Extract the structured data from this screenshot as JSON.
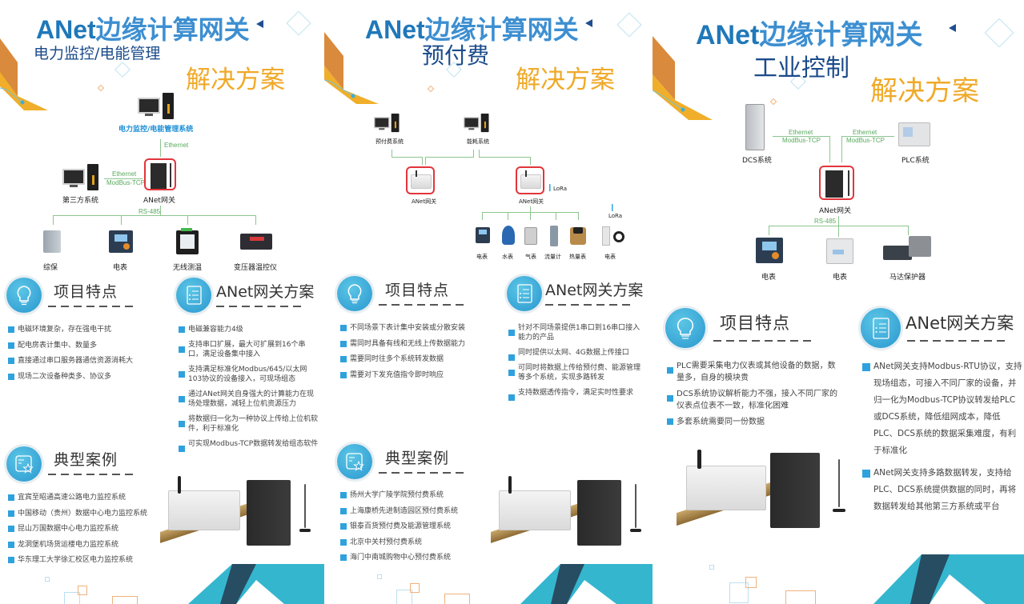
{
  "posters": [
    {
      "main_title": {
        "brand": "ANet",
        "text": "边缘计算网关"
      },
      "subtitle": "电力监控/电能管理",
      "solution": "解决方案",
      "diagram": {
        "top_system": "电力监控/电能管理系统",
        "top_link": "Ethernet",
        "left_system": "第三方系统",
        "left_link_1": "Ethernet",
        "left_link_2": "ModBus-TCP",
        "gateway": "ANet网关",
        "bus": "RS-485",
        "devices": [
          "综保",
          "电表",
          "无线测温",
          "变压器温控仪"
        ]
      },
      "features": {
        "title": "项目特点",
        "items": [
          "电磁环境复杂，存在强电干扰",
          "配电房表计集中、数量多",
          "直接通过串口服务器通信资源消耗大",
          "现场二次设备种类多、协议多"
        ]
      },
      "solution_section": {
        "title": "ANet网关方案",
        "items": [
          "电磁兼容能力4级",
          "支持串口扩展，最大可扩展到16个串口，满足设备集中接入",
          "支持满足标准化Modbus/645/以太网103协议的设备接入，可现场组态",
          "通过ANet网关自身强大的计算能力在现场处理数据，减轻上位机资源压力",
          "将数据归一化为一种协议上传给上位机软件，利于标准化",
          "可实现Modbus-TCP数据转发给组态软件"
        ]
      },
      "cases": {
        "title": "典型案例",
        "items": [
          "宜宾至昭通高速公路电力监控系统",
          "中国移动（贵州）数据中心电力监控系统",
          "昆山万国数据中心电力监控系统",
          "龙洞堡机场货运楼电力监控系统",
          "华东理工大学徐汇校区电力监控系统"
        ]
      }
    },
    {
      "main_title": {
        "brand": "ANet",
        "text": "边缘计算网关"
      },
      "subtitle": "预付费",
      "solution": "解决方案",
      "diagram": {
        "system_1": "预付费系统",
        "system_2": "能耗系统",
        "gateway_1": "ANet网关",
        "gateway_2": "ANet网关",
        "lora_1": "LoRa",
        "lora_2": "LoRa",
        "devices": [
          "电表",
          "水表",
          "气表",
          "流量计",
          "热量表",
          "电表"
        ]
      },
      "features": {
        "title": "项目特点",
        "items": [
          "不同场景下表计集中安装或分散安装",
          "需同时具备有线和无线上传数据能力",
          "需要同时往多个系统转发数据",
          "需要对下发充值指令即时响应"
        ]
      },
      "solution_section": {
        "title": "ANet网关方案",
        "items": [
          "针对不同场景提供1串口到16串口接入能力的产品",
          "同时提供以太网、4G数据上传接口",
          "可同时将数据上传给预付费、能源管理等多个系统，实现多路转发",
          "支持数据透传指令，满足实时性要求"
        ]
      },
      "cases": {
        "title": "典型案例",
        "items": [
          "扬州大学广陵学院预付费系统",
          "上海康桥先进制造园区预付费系统",
          "银泰百货预付费及能源管理系统",
          "北京中关村预付费系统",
          "海门中南城购物中心预付费系统"
        ]
      }
    },
    {
      "main_title": {
        "brand": "ANet",
        "text": "边缘计算网关"
      },
      "subtitle": "工业控制",
      "solution": "解决方案",
      "diagram": {
        "left_system": "DCS系统",
        "right_system": "PLC系统",
        "link_1a": "Ethernet",
        "link_1b": "ModBus-TCP",
        "link_2a": "Ethernet",
        "link_2b": "ModBus-TCP",
        "gateway": "ANet网关",
        "bus": "RS-485",
        "devices": [
          "电表",
          "电表",
          "马达保护器"
        ]
      },
      "features": {
        "title": "项目特点",
        "items": [
          "PLC需要采集电力仪表或其他设备的数据，数量多，自身的模块贵",
          "DCS系统协议解析能力不强，接入不同厂家的仪表点位表不一致，标准化困难",
          "多套系统需要同一份数据"
        ]
      },
      "solution_section": {
        "title": "ANet网关方案",
        "items": [
          "ANet网关支持Modbus-RTU协议，支持现场组态，可接入不同厂家的设备，并归一化为Modbus-TCP协议转发给PLC或DCS系统，降低组网成本，降低PLC、DCS系统的数据采集难度，有利于标准化",
          "ANet网关支持多路数据转发，支持给PLC、DCS系统提供数据的同时，再将数据转发给其他第三方系统或平台"
        ]
      }
    }
  ],
  "colors": {
    "brand_blue": "#1f78b9",
    "title_blue": "#3d8fd1",
    "subtitle_navy": "#1b4b8a",
    "solution_orange": "#f0a928",
    "bullet_blue": "#2fa2de",
    "link_green": "#8cc68e",
    "gateway_red": "#e2353b"
  }
}
